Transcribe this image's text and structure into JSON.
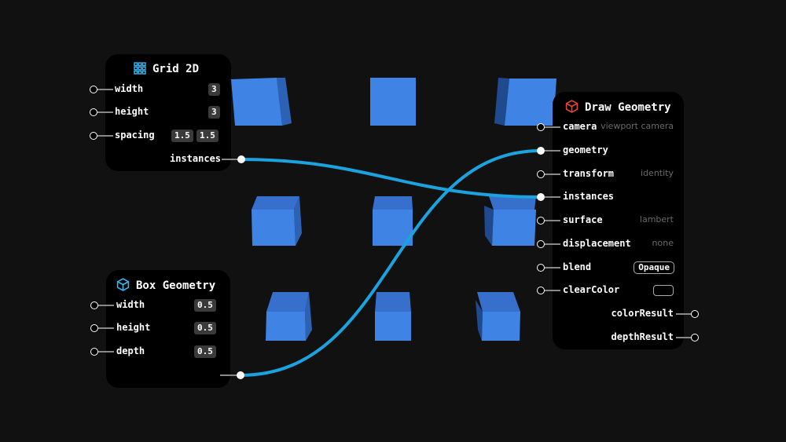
{
  "colors": {
    "background": "#111111",
    "wire": "#1ba3e0",
    "cube": "#3f84e5",
    "grid_icon": "#38b6f0",
    "box_icon": "#38b6f0",
    "draw_icon": "#e8453c"
  },
  "grid_node": {
    "title": "Grid 2D",
    "icon": "grid-icon",
    "inputs": [
      {
        "label": "width",
        "values": [
          "3"
        ]
      },
      {
        "label": "height",
        "values": [
          "3"
        ]
      },
      {
        "label": "spacing",
        "values": [
          "1.5",
          "1.5"
        ]
      }
    ],
    "output": "instances"
  },
  "box_node": {
    "title": "Box Geometry",
    "icon": "cube-icon",
    "inputs": [
      {
        "label": "width",
        "values": [
          "0.5"
        ]
      },
      {
        "label": "height",
        "values": [
          "0.5"
        ]
      },
      {
        "label": "depth",
        "values": [
          "0.5"
        ]
      }
    ]
  },
  "draw_node": {
    "title": "Draw Geometry",
    "icon": "draw-cube-icon",
    "inputs": [
      {
        "label": "camera",
        "hint": "viewport camera"
      },
      {
        "label": "geometry",
        "connected": true
      },
      {
        "label": "transform",
        "hint": "identity"
      },
      {
        "label": "instances",
        "connected": true
      },
      {
        "label": "surface",
        "hint": "lambert"
      },
      {
        "label": "displacement",
        "hint": "none"
      },
      {
        "label": "blend",
        "pill": "Opaque"
      },
      {
        "label": "clearColor",
        "color": true
      }
    ],
    "outputs": [
      "colorResult",
      "depthResult"
    ]
  }
}
